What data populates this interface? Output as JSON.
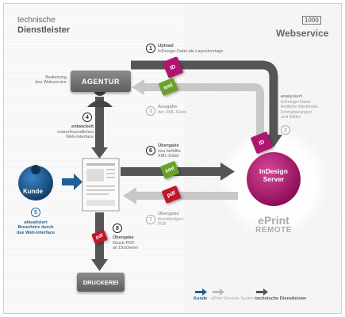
{
  "header": {
    "left_line1": "technische",
    "left_line2": "Dienstleister",
    "logo": "1000",
    "right_title": "Webservice"
  },
  "nodes": {
    "agentur": "AGENTUR",
    "kunde": "Kunde",
    "druckerei": "DRUCKEREI",
    "indesign_line1": "InDesign",
    "indesign_line2": "Server",
    "eprint_line1": "ePrint",
    "eprint_line2": "REMOTE"
  },
  "labels": {
    "bedienung": [
      "Bedienung",
      "des Webservice"
    ],
    "step1_title": "Upload",
    "step1_text": "InDesign-Datei als Layoutvorlage",
    "step2_title": "analysiert",
    "step2_text": [
      "InDesign-Datei:",
      "textliche Merkmale,",
      "Formatierungen",
      "und Bilder"
    ],
    "step3_title": "Ausgabe",
    "step3_text": "der XML-Datei",
    "step4_title": "entwickelt",
    "step4_text": [
      "nutzerfreundliches",
      "Web-Interface"
    ],
    "step5_text": [
      "aktualisiert",
      "Broschüre durch",
      "das Web-Interface"
    ],
    "step6_title": "Übergabe",
    "step6_text": [
      "neu befüllte",
      "XML-Datei"
    ],
    "step7_title": "Übergabe",
    "step7_text": [
      "druckfertiges",
      "PDF"
    ],
    "step8_title": "Übergabe",
    "step8_text": [
      "Druck-PDF",
      "an Druckerei"
    ]
  },
  "numbers": [
    "1",
    "2",
    "3",
    "4",
    "5",
    "6",
    "7",
    "8"
  ],
  "files": {
    "id": "ID",
    "xml": "xml",
    "pdf": "pdf"
  },
  "legend": {
    "kunde": "Kunde",
    "eprint": "ePrint Remote System",
    "dienstleister": "technische Dienstleister"
  },
  "colors": {
    "blue": "#1e5f95",
    "magenta": "#b0166e",
    "green": "#6aa128",
    "red": "#c0182a",
    "dark_arrow": "#555555",
    "light_arrow": "#c8c8c8"
  }
}
